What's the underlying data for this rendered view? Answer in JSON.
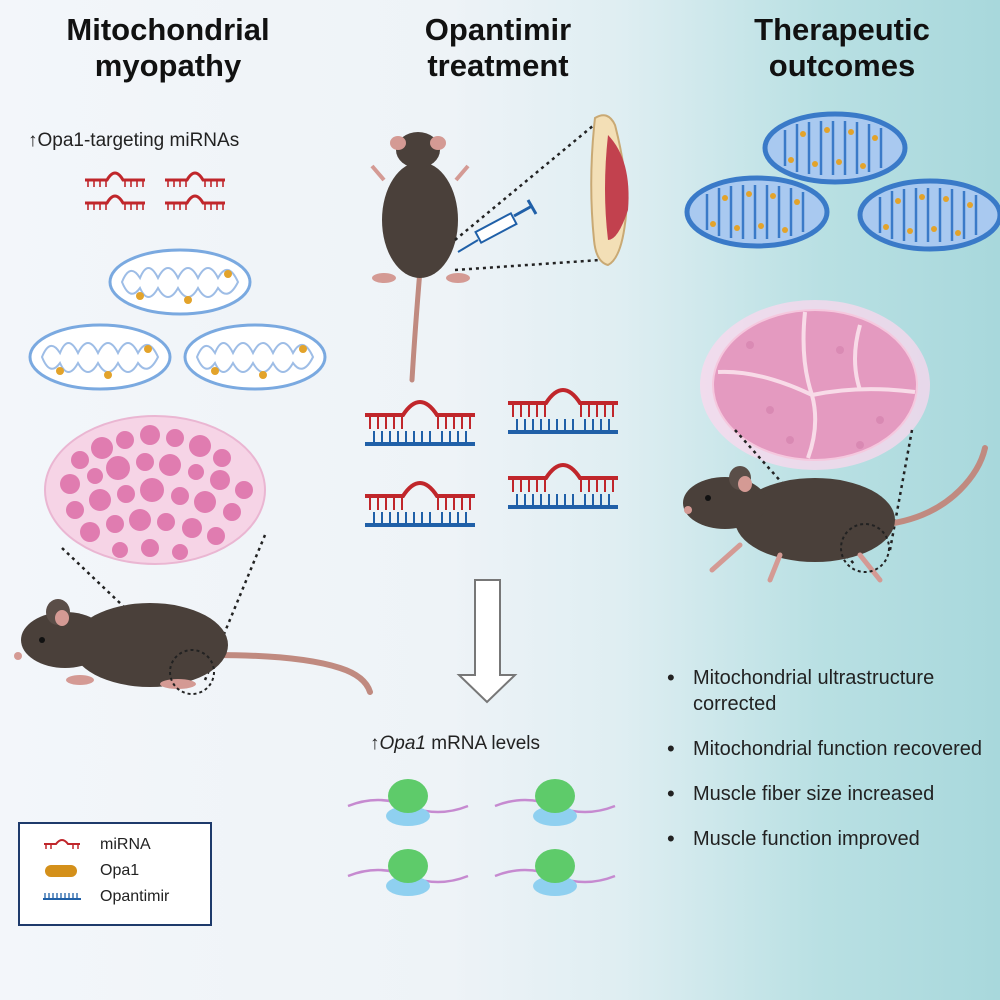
{
  "columns": {
    "left": {
      "title_line1": "Mitochondrial",
      "title_line2": "myopathy"
    },
    "middle": {
      "title_line1": "Opantimir",
      "title_line2": "treatment"
    },
    "right": {
      "title_line1": "Therapeutic",
      "title_line2": "outcomes"
    }
  },
  "left_label": "↑Opa1-targeting miRNAs",
  "middle_label_prefix": "↑",
  "middle_label_italic": "Opa1",
  "middle_label_suffix": " mRNA levels",
  "outcomes": [
    "Mitochondrial ultrastructure corrected",
    "Mitochondrial function recovered",
    "Muscle fiber size increased",
    "Muscle function improved"
  ],
  "legend": [
    {
      "label": "miRNA",
      "icon": "mirna-icon"
    },
    {
      "label": "Opa1",
      "icon": "opa1-icon"
    },
    {
      "label": "Opantimir",
      "icon": "opantimir-icon"
    }
  ],
  "colors": {
    "mirna": "#c0262b",
    "opantimir": "#2060a8",
    "opa1": "#d4901a",
    "mouse": "#4a403a",
    "muscle": "#e49ac0",
    "mito_outline": "#3a7ac8",
    "ribosome_green": "#5ecb6a",
    "ribosome_blue": "#8fd0f0",
    "mrna": "#c68ad0"
  }
}
